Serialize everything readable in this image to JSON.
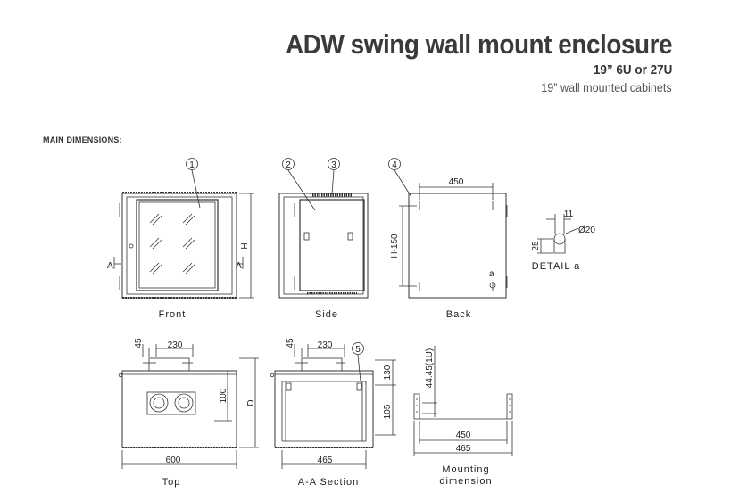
{
  "header": {
    "title": "ADW swing wall mount enclosure",
    "subtitle": "19” 6U or 27U",
    "subtitle2": "19” wall mounted cabinets"
  },
  "section_label": "MAIN DIMENSIONS:",
  "callouts": {
    "c1": "1",
    "c2": "2",
    "c3": "3",
    "c4": "4",
    "c5": "5"
  },
  "views": {
    "front": {
      "caption": "Front",
      "height_label": "H",
      "section_left": "A",
      "section_right": "A"
    },
    "side": {
      "caption": "Side"
    },
    "back": {
      "caption": "Back",
      "width_dim": "450",
      "height_dim": "H-150",
      "hole_label": "a"
    },
    "detail": {
      "caption": "DETAIL a",
      "dim_11": "11",
      "dim_20": "Ø20",
      "dim_25": "25"
    },
    "top": {
      "caption": "Top",
      "dim_45": "45",
      "dim_230": "230",
      "dim_100": "100",
      "dim_D": "D",
      "dim_600": "600"
    },
    "section": {
      "caption": "A-A Section",
      "dim_45": "45",
      "dim_230": "230",
      "dim_130": "130",
      "dim_105": "105",
      "dim_465": "465"
    },
    "mounting": {
      "caption_line1": "Mounting",
      "caption_line2": "dimension",
      "dim_1u": "44.45(1U)",
      "dim_450": "450",
      "dim_465": "465"
    }
  }
}
